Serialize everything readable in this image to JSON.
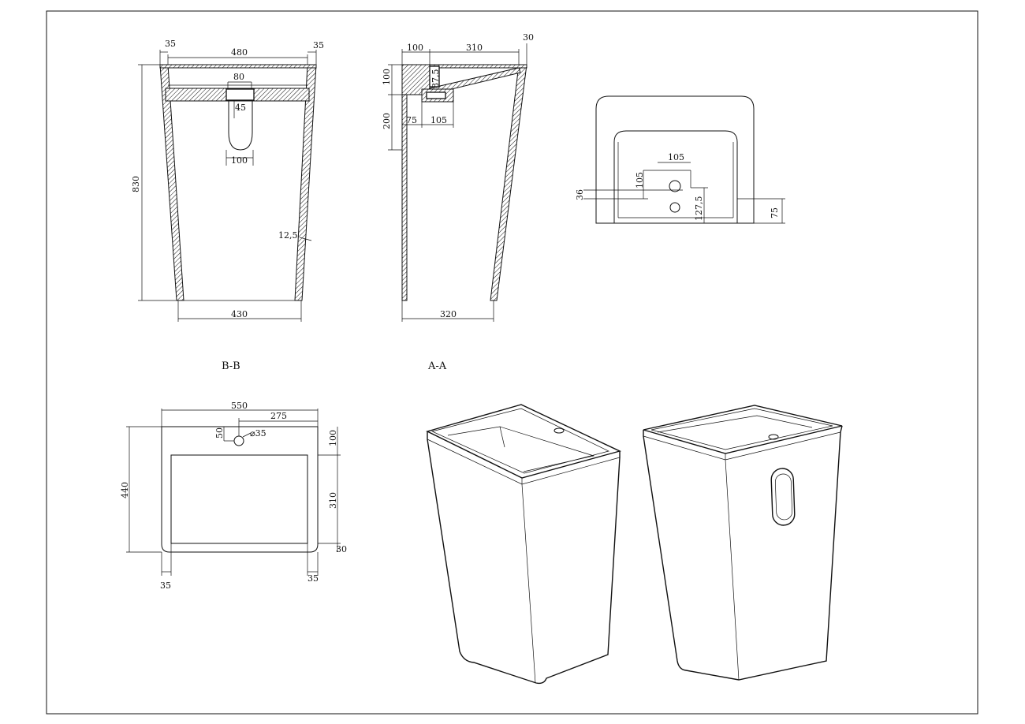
{
  "drawing": {
    "front_section": {
      "section_label": "B-B",
      "dim_side_wall_left": "35",
      "dim_inner_width": "480",
      "dim_side_wall_right": "35",
      "dim_drain_width": "80",
      "dim_drain_depth": "45",
      "dim_opening_width": "100",
      "dim_height": "830",
      "dim_wall_thickness": "12,5",
      "dim_base_width": "430"
    },
    "side_section": {
      "section_label": "A-A",
      "dim_rear_deck": "100",
      "dim_basin_length": "310",
      "dim_front_wall": "30",
      "dim_deck_height": "100",
      "dim_overflow": "87,5",
      "dim_lower_height": "200",
      "dim_pipe_offset": "75",
      "dim_pipe_length": "105",
      "dim_base_depth": "320"
    },
    "rear_view": {
      "dim_tap_spacing": "105",
      "dim_tap_height": "105",
      "dim_tap_diameter": "36",
      "dim_drain_height": "127,5",
      "dim_bottom_offset": "75"
    },
    "top_view": {
      "dim_overall_width": "550",
      "dim_half_width": "275",
      "dim_overall_depth": "440",
      "dim_tap_offset": "50",
      "dim_tap_hole": "⌀35",
      "dim_deck_depth": "100",
      "dim_basin_depth": "310",
      "dim_front_rim": "30",
      "dim_side_left": "35",
      "dim_side_right": "35"
    },
    "renders": [
      "isometric-front-render",
      "isometric-back-render"
    ]
  }
}
